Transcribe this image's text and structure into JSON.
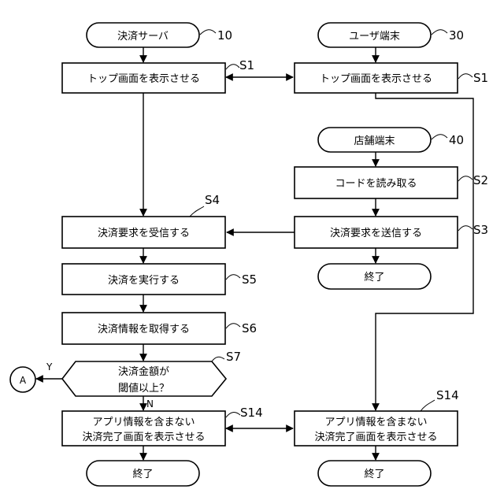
{
  "server": {
    "start": "決済サーバ",
    "start_ref": "10",
    "s1": "トップ画面を表示させる",
    "s1_ref": "S1",
    "s4": "決済要求を受信する",
    "s4_ref": "S4",
    "s5": "決済を実行する",
    "s5_ref": "S5",
    "s6": "決済情報を取得する",
    "s6_ref": "S6",
    "s7_line1": "決済金額が",
    "s7_line2": "閾値以上？",
    "s7_ref": "S7",
    "s7_yes": "Y",
    "s7_no": "N",
    "connector": "A",
    "s14_line1": "アプリ情報を含まない",
    "s14_line2": "決済完了画面を表示させる",
    "s14_ref": "S14",
    "end": "終了"
  },
  "user_terminal": {
    "start": "ユーザ端末",
    "start_ref": "30",
    "s1": "トップ画面を表示させる",
    "s1_ref": "S1",
    "s14_line1": "アプリ情報を含まない",
    "s14_line2": "決済完了画面を表示させる",
    "s14_ref": "S14",
    "end": "終了"
  },
  "store_terminal": {
    "start": "店舗端末",
    "start_ref": "40",
    "s2": "コードを読み取る",
    "s2_ref": "S2",
    "s3": "決済要求を送信する",
    "s3_ref": "S3",
    "end": "終了"
  }
}
